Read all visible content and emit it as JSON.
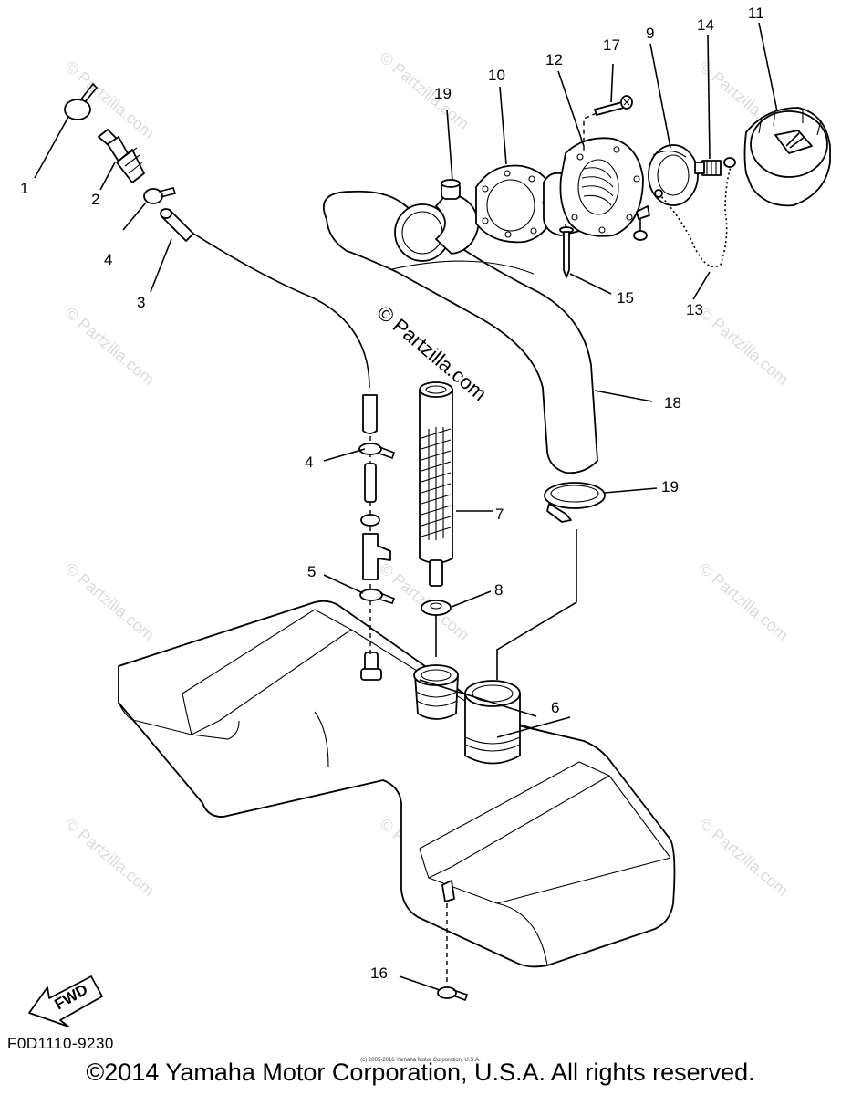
{
  "diagram": {
    "watermark_main": "© Partzilla.com",
    "watermark_tile": "© Partzilla.com",
    "fwd_label": "FWD",
    "drawing_code": "F0D1110-9230",
    "copyright_small": "(c) 2005-2016 Yamaha Motor Corporation, U.S.A.",
    "copyright": "©2014 Yamaha Motor Corporation, U.S.A. All rights reserved.",
    "callouts": {
      "c1": "1",
      "c2": "2",
      "c3": "3",
      "c4a": "4",
      "c4b": "4",
      "c5": "5",
      "c6": "6",
      "c7": "7",
      "c8": "8",
      "c9": "9",
      "c10": "10",
      "c11": "11",
      "c12": "12",
      "c13": "13",
      "c14": "14",
      "c15": "15",
      "c16": "16",
      "c17": "17",
      "c18": "18",
      "c19a": "19",
      "c19b": "19"
    }
  }
}
